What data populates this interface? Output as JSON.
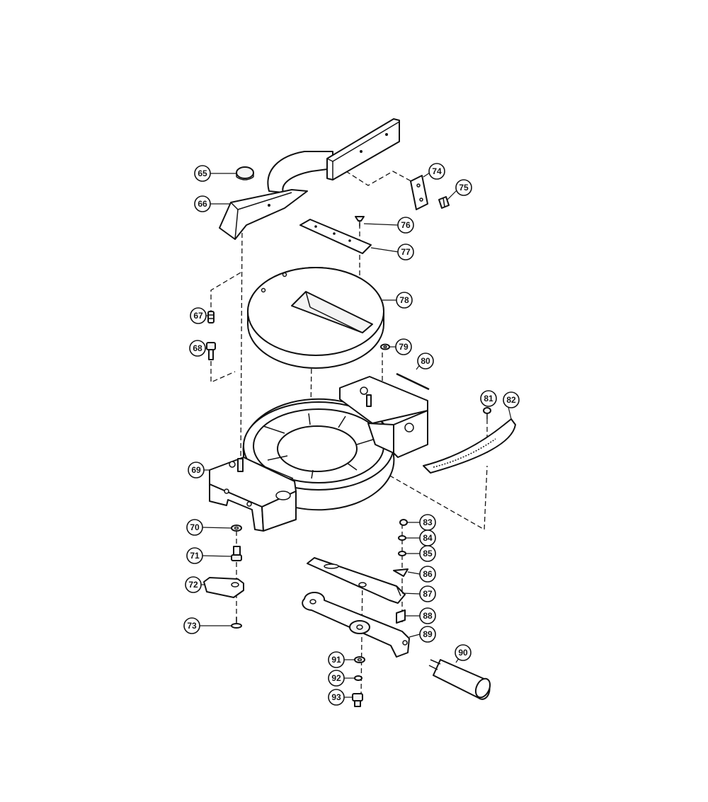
{
  "diagram": {
    "type": "exploded-parts-diagram",
    "callouts": [
      {
        "id": "65",
        "label": "65"
      },
      {
        "id": "66",
        "label": "66"
      },
      {
        "id": "67",
        "label": "67"
      },
      {
        "id": "68",
        "label": "68"
      },
      {
        "id": "69",
        "label": "69"
      },
      {
        "id": "70",
        "label": "70"
      },
      {
        "id": "71",
        "label": "71"
      },
      {
        "id": "72",
        "label": "72"
      },
      {
        "id": "73",
        "label": "73"
      },
      {
        "id": "74",
        "label": "74"
      },
      {
        "id": "75",
        "label": "75"
      },
      {
        "id": "76",
        "label": "76"
      },
      {
        "id": "77",
        "label": "77"
      },
      {
        "id": "78",
        "label": "78"
      },
      {
        "id": "79",
        "label": "79"
      },
      {
        "id": "80",
        "label": "80"
      },
      {
        "id": "81",
        "label": "81"
      },
      {
        "id": "82",
        "label": "82"
      },
      {
        "id": "83",
        "label": "83"
      },
      {
        "id": "84",
        "label": "84"
      },
      {
        "id": "85",
        "label": "85"
      },
      {
        "id": "86",
        "label": "86"
      },
      {
        "id": "87",
        "label": "87"
      },
      {
        "id": "88",
        "label": "88"
      },
      {
        "id": "89",
        "label": "89"
      },
      {
        "id": "90",
        "label": "90"
      },
      {
        "id": "91",
        "label": "91"
      },
      {
        "id": "92",
        "label": "92"
      },
      {
        "id": "93",
        "label": "93"
      }
    ]
  }
}
